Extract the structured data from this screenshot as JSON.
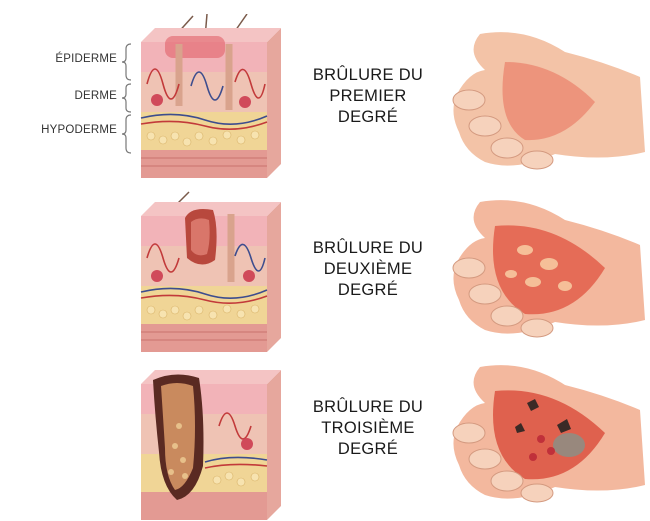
{
  "layers": {
    "epidermis": "ÉPIDERME",
    "dermis": "DERME",
    "hypodermis": "HYPODERME"
  },
  "burns": [
    {
      "line1": "BRÛLURE DU",
      "line2": "PREMIER",
      "line3": "DEGRÉ"
    },
    {
      "line1": "BRÛLURE DU",
      "line2": "DEUXIÈME",
      "line3": "DEGRÉ"
    },
    {
      "line1": "BRÛLURE DU",
      "line2": "TROISIÈME",
      "line3": "DEGRÉ"
    }
  ],
  "colors": {
    "epidermis": "#f2b3b8",
    "dermis": "#efc3b4",
    "hypodermis": "#f0d596",
    "muscle": "#e39a93",
    "vessel_red": "#c23a3a",
    "vessel_blue": "#3d4d8e",
    "skin_hand": "#f3c3a7",
    "burn_red": "#e0533f"
  }
}
